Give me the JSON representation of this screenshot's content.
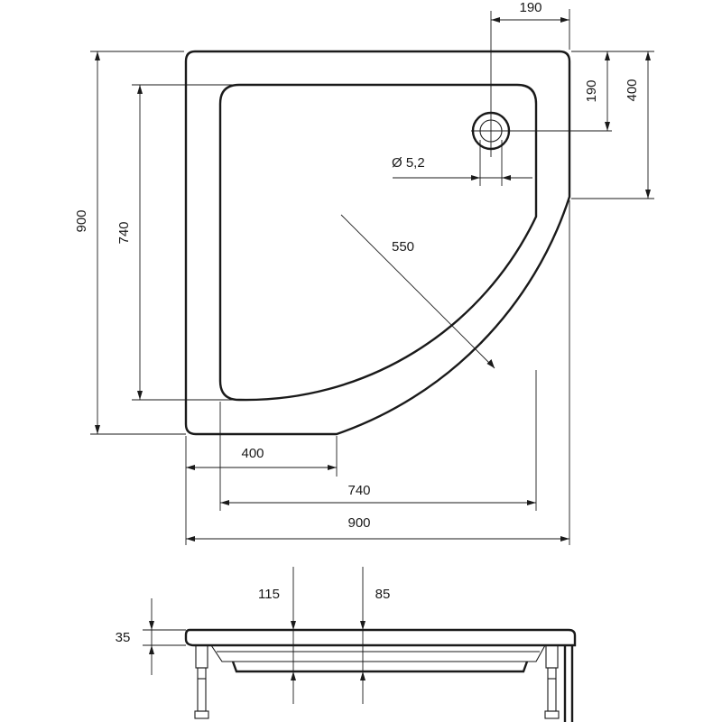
{
  "top_view": {
    "dims": {
      "overall_height": "900",
      "inner_height": "740",
      "drain_offset_x": "190",
      "drain_offset_y": "190",
      "corner_offset_y": "400",
      "drain_diameter": "Ø 5,2",
      "radius": "550",
      "bottom_offset": "400",
      "inner_width": "740",
      "overall_width": "900"
    }
  },
  "side_view": {
    "dims": {
      "height": "35",
      "left_marker": "115",
      "right_marker": "85"
    }
  }
}
